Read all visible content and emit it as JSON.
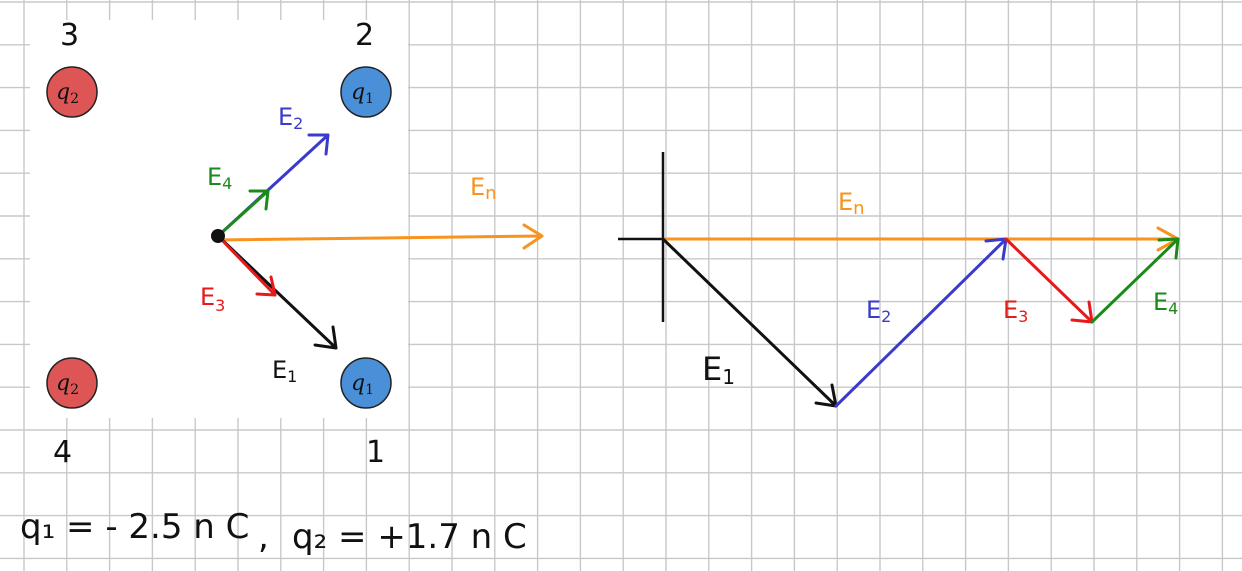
{
  "charges": [
    {
      "corner": "1",
      "symbol": "q",
      "subscript": "1",
      "color": "#4a90d9"
    },
    {
      "corner": "2",
      "symbol": "q",
      "subscript": "1",
      "color": "#4a90d9"
    },
    {
      "corner": "3",
      "symbol": "q",
      "subscript": "2",
      "color": "#dd5555"
    },
    {
      "corner": "4",
      "symbol": "q",
      "subscript": "2",
      "color": "#dd5555"
    }
  ],
  "vectors": {
    "E1": {
      "main": "E",
      "sub": "1",
      "color": "#111111"
    },
    "E2": {
      "main": "E",
      "sub": "2",
      "color": "#3a3acc"
    },
    "E3": {
      "main": "E",
      "sub": "3",
      "color": "#e8191a"
    },
    "E4": {
      "main": "E",
      "sub": "4",
      "color": "#1b8a1b"
    },
    "En": {
      "main": "E",
      "sub": "n",
      "color": "#f7931e"
    }
  },
  "equation": {
    "q1": "q₁ = - 2.5 n C",
    "separator": ",",
    "q2": "q₂ = +1.7 n C"
  }
}
